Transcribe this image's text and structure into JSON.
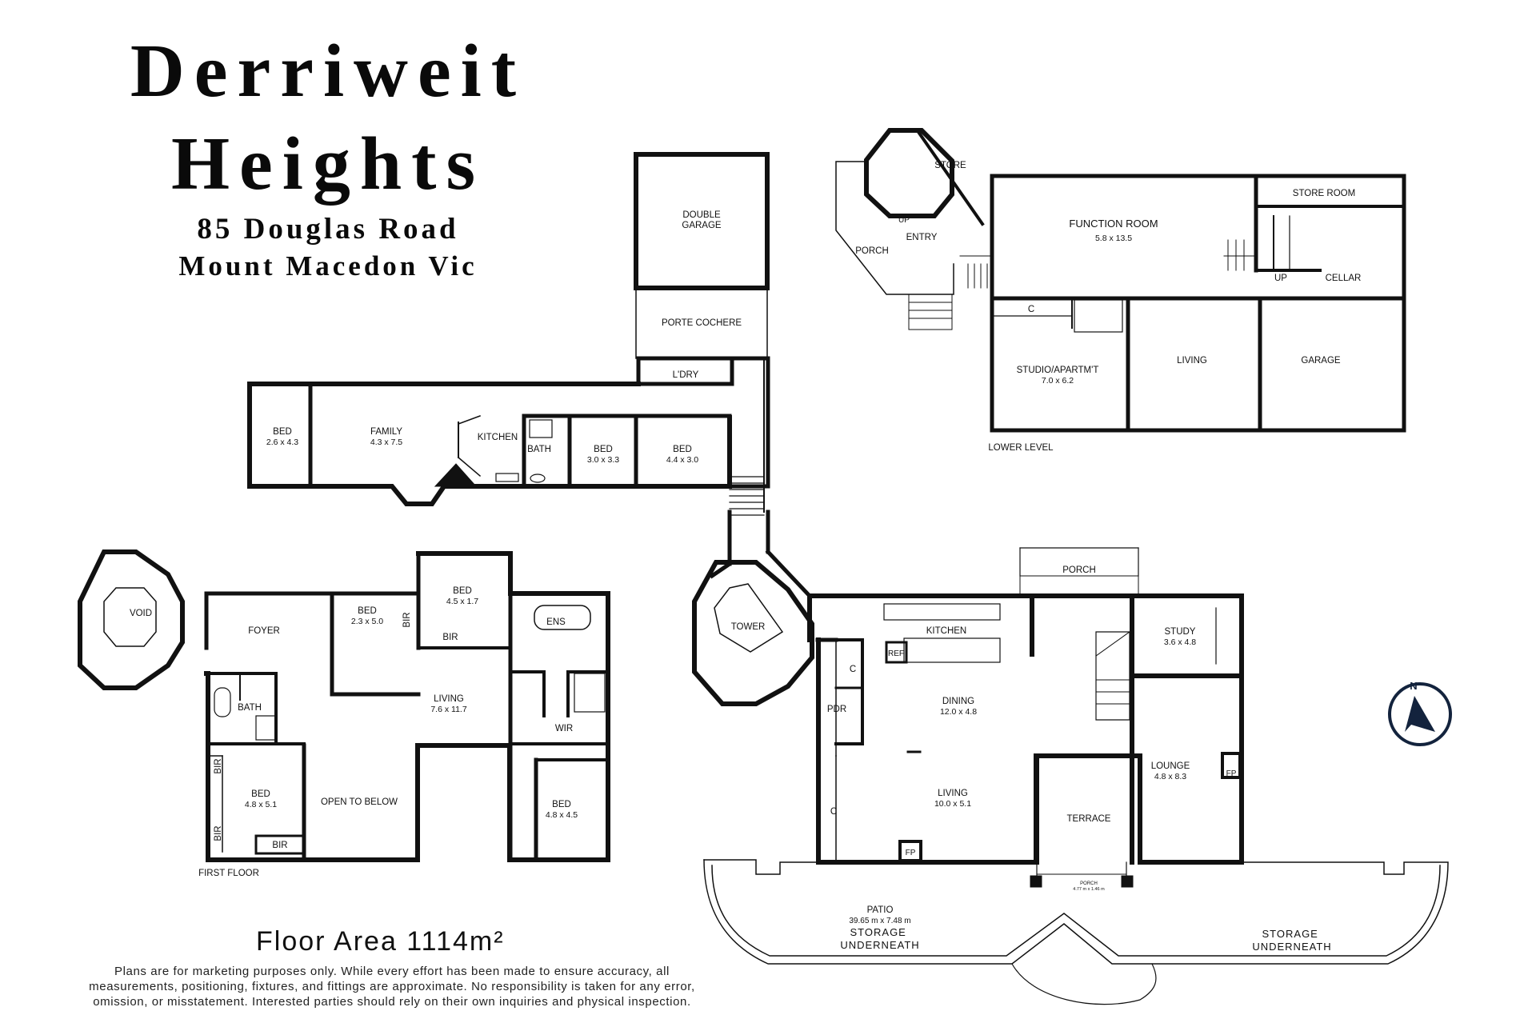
{
  "title": {
    "line1": "Derriweit",
    "line2": "Heights",
    "address1": "85 Douglas Road",
    "address2": "Mount Macedon Vic"
  },
  "floor_area": "Floor Area 1114m²",
  "disclaimer": "Plans are for marketing purposes only. While every effort has been made to ensure accuracy, all measurements, positioning, fixtures, and fittings are approximate. No responsibility is taken for any error, omission, or misstatement. Interested parties should rely on their own inquiries and physical inspection.",
  "level_labels": {
    "lower": "LOWER LEVEL",
    "first": "FIRST FLOOR"
  },
  "compass_letter": "N",
  "rooms": {
    "double_garage": {
      "name": "DOUBLE\nGARAGE"
    },
    "porte_cochere": {
      "name": "PORTE COCHERE"
    },
    "ldry": {
      "name": "L'DRY"
    },
    "bed_west": {
      "name": "BED",
      "dims": "2.6 x 4.3"
    },
    "family": {
      "name": "FAMILY",
      "dims": "4.3 x 7.5"
    },
    "kitchen_wing": {
      "name": "KITCHEN"
    },
    "bath_wing": {
      "name": "BATH"
    },
    "bed_33": {
      "name": "BED",
      "dims": "3.0 x 3.3"
    },
    "bed_44": {
      "name": "BED",
      "dims": "4.4 x 3.0"
    },
    "store_ll": {
      "name": "STORE"
    },
    "entry_ll": {
      "name": "ENTRY"
    },
    "porch_ll": {
      "name": "PORCH"
    },
    "up_ll": {
      "name": "UP"
    },
    "function_room": {
      "name": "FUNCTION ROOM",
      "dims": "5.8 x 13.5"
    },
    "store_room": {
      "name": "STORE ROOM"
    },
    "cellar": {
      "name": "CELLAR"
    },
    "up_cellar": {
      "name": "UP"
    },
    "c_ll": {
      "name": "C"
    },
    "studio": {
      "name": "STUDIO/APARTM'T",
      "dims": "7.0 x 6.2"
    },
    "living_ll": {
      "name": "LIVING"
    },
    "garage_ll": {
      "name": "GARAGE"
    },
    "void": {
      "name": "VOID"
    },
    "foyer": {
      "name": "FOYER"
    },
    "bed_23": {
      "name": "BED",
      "dims": "2.3 x 5.0"
    },
    "bir_a": {
      "name": "BIR"
    },
    "bed_45": {
      "name": "BED",
      "dims": "4.5 x 1.7"
    },
    "bir_b": {
      "name": "BIR"
    },
    "ens": {
      "name": "ENS"
    },
    "bath_ff": {
      "name": "BATH"
    },
    "living_ff": {
      "name": "LIVING",
      "dims": "7.6 x 11.7"
    },
    "wir": {
      "name": "WIR"
    },
    "bir_c": {
      "name": "BIR"
    },
    "bed_48": {
      "name": "BED",
      "dims": "4.8 x 5.1"
    },
    "bir_d": {
      "name": "BIR"
    },
    "bir_e": {
      "name": "BIR"
    },
    "open_below": {
      "name": "OPEN TO BELOW"
    },
    "bed_4845": {
      "name": "BED",
      "dims": "4.8 x 4.5"
    },
    "tower": {
      "name": "TOWER"
    },
    "porch_main": {
      "name": "PORCH"
    },
    "kitchen_main": {
      "name": "KITCHEN"
    },
    "ref": {
      "name": "REF"
    },
    "study": {
      "name": "STUDY",
      "dims": "3.6 x 4.8"
    },
    "c_main1": {
      "name": "C"
    },
    "pdr": {
      "name": "PDR"
    },
    "dining": {
      "name": "DINING",
      "dims": "12.0 x 4.8"
    },
    "lounge": {
      "name": "LOUNGE",
      "dims": "4.8 x 8.3"
    },
    "fp_lounge": {
      "name": "FP"
    },
    "living_main": {
      "name": "LIVING",
      "dims": "10.0 x 5.1"
    },
    "c_main2": {
      "name": "C"
    },
    "terrace": {
      "name": "TERRACE"
    },
    "fp_living": {
      "name": "FP"
    },
    "patio": {
      "name": "PATIO",
      "dims": "39.65 m x 7.48 m"
    },
    "porch_small": {
      "name": "PORCH",
      "dims": "4.77 m x 1.46 m"
    },
    "storage_left": {
      "name": "STORAGE\nUNDERNEATH"
    },
    "storage_right": {
      "name": "STORAGE\nUNDERNEATH"
    }
  }
}
